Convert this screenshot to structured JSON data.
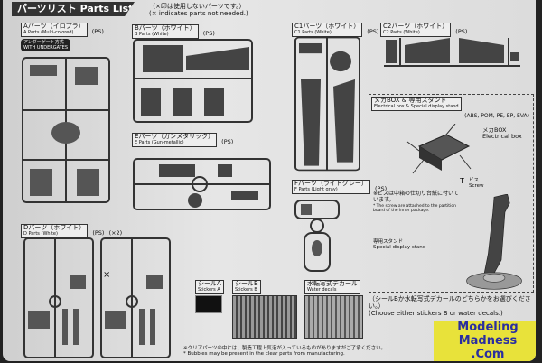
{
  "header": {
    "title": "パーツリスト Parts List",
    "note_jp": "（×印は使用しないパーツです。）",
    "note_en": "(× indicates parts not needed.)"
  },
  "parts": {
    "A": {
      "jp": "Aパーツ（イロプラ）",
      "en": "A Parts (Multi-colored)",
      "mat": "(PS)",
      "badge_jp": "アンダーゲート方式",
      "badge_en": "WITH UNDERGATES"
    },
    "B": {
      "jp": "Bパーツ（ホワイト）",
      "en": "B Parts (White)",
      "mat": "(PS)"
    },
    "C1": {
      "jp": "C1パーツ（ホワイト）",
      "en": "C1 Parts (White)",
      "mat": "(PS)"
    },
    "C2": {
      "jp": "C2パーツ（ホワイト）",
      "en": "C2 Parts (White)",
      "mat": "(PS)"
    },
    "E": {
      "jp": "Eパーツ（ガンメタリック）",
      "en": "E Parts (Gun-metallic)",
      "mat": "(PS)"
    },
    "F": {
      "jp": "Fパーツ（ライトグレー）",
      "en": "F Parts (Light gray)",
      "mat": "(PS)"
    },
    "D": {
      "jp": "Dパーツ（ホワイト）",
      "en": "D Parts (White)",
      "mat": "(PS)",
      "qty": "(×2)"
    }
  },
  "stickers": {
    "A": {
      "jp": "シールA",
      "en": "Stickers A"
    },
    "B": {
      "jp": "シールB",
      "en": "Stickers B"
    },
    "decal": {
      "jp": "水転写式デカール",
      "en": "Water decals"
    }
  },
  "meka": {
    "jp": "メカBOX & 専用スタンド",
    "en": "Electrical box & Special display stand",
    "mat": "(ABS, POM, PE, EP, EVA)",
    "box_jp": "メカBOX",
    "box_en": "Electrical box",
    "screw_jp": "ビス",
    "screw_en": "Screw",
    "screw_note_jp": "※ビスは中箱の仕切り台紙に付いています。",
    "screw_note_en": "* The screw are attached to the partition board of the inner package.",
    "stand_jp": "専用スタンド",
    "stand_en": "Special display stand"
  },
  "footer": {
    "jp": "※クリアパーツの中には、製造工程上気泡が入っているものがありますがご了承ください。",
    "en": "* Bubbles may be present in the clear parts from manufacturing.",
    "choose_jp": "（シールBか水転写式デカールのどちらかをお選びください。）",
    "choose_en": "(Choose either stickers B or water decals.)"
  },
  "watermark": {
    "line1": "Modeling",
    "line2": "Madness",
    "line3": ".Com"
  }
}
